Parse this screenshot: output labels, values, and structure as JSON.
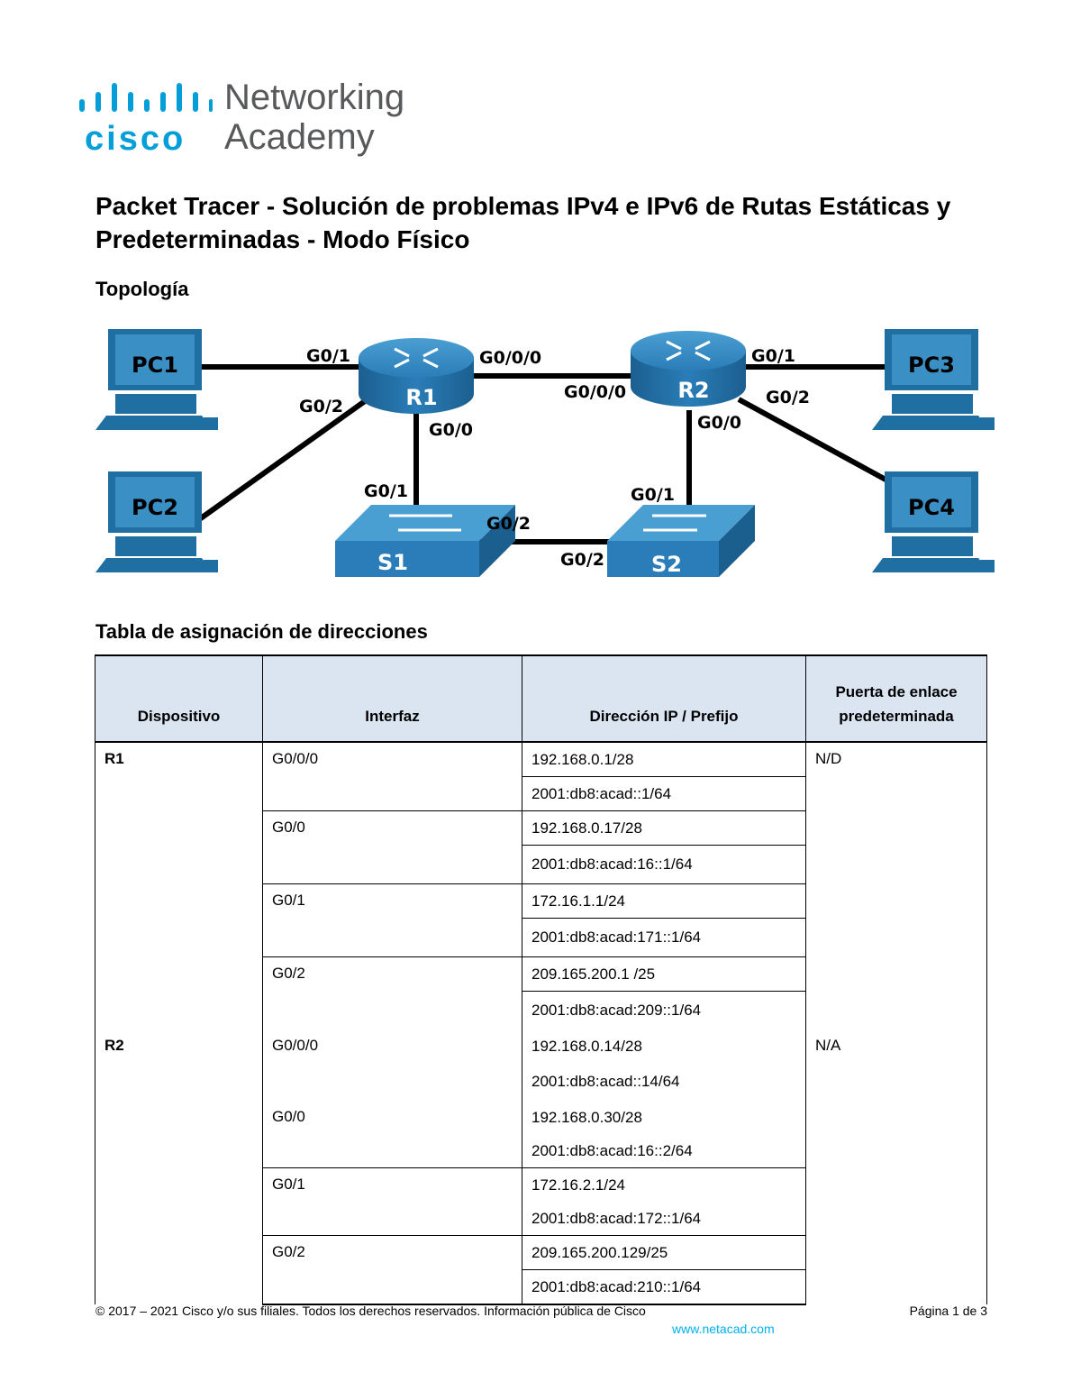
{
  "logo": {
    "line1": "Networking",
    "line2": "Academy",
    "brand": "cisco",
    "brand_color": "#049fd9"
  },
  "title": "Packet Tracer - Solución de problemas IPv4 e IPv6 de Rutas Estáticas y Predeterminadas - Modo Físico",
  "topology_heading": "Topología",
  "topology": {
    "devices": {
      "pc1": "PC1",
      "pc2": "PC2",
      "pc3": "PC3",
      "pc4": "PC4",
      "r1": "R1",
      "r2": "R2",
      "s1": "S1",
      "s2": "S2"
    },
    "ports": {
      "r1_g01": "G0/1",
      "r1_g02": "G0/2",
      "r1_g000": "G0/0/0",
      "r1_g00": "G0/0",
      "r2_g000": "G0/0/0",
      "r2_g01": "G0/1",
      "r2_g02": "G0/2",
      "r2_g00": "G0/0",
      "s1_g01": "G0/1",
      "s1_g02": "G0/2",
      "s2_g01": "G0/1",
      "s2_g02": "G0/2"
    },
    "colors": {
      "device": "#1f6fa3",
      "device_light": "#3a8fc4"
    }
  },
  "table_heading": "Tabla de asignación de direcciones",
  "table": {
    "headers": {
      "device": "Dispositivo",
      "interface": "Interfaz",
      "ip": "Dirección IP / Prefijo",
      "gateway": "Puerta de enlace predeterminada"
    },
    "header_bg": "#dbe5f1",
    "r1": {
      "device": "R1",
      "gateway": "N/D",
      "ifaces": [
        {
          "name": "G0/0/0",
          "ipv4": "192.168.0.1/28",
          "ipv6": "2001:db8:acad::1/64"
        },
        {
          "name": "G0/0",
          "ipv4": "192.168.0.17/28",
          "ipv6": "2001:db8:acad:16::1/64"
        },
        {
          "name": "G0/1",
          "ipv4": "172.16.1.1/24",
          "ipv6": "2001:db8:acad:171::1/64"
        },
        {
          "name": "G0/2",
          "ipv4": "209.165.200.1 /25",
          "ipv6": "2001:db8:acad:209::1/64"
        }
      ]
    },
    "r2": {
      "device": "R2",
      "gateway": "N/A",
      "ifaces": [
        {
          "name": "G0/0/0",
          "ipv4": "192.168.0.14/28",
          "ipv6": "2001:db8:acad::14/64"
        },
        {
          "name": "G0/0",
          "ipv4": "192.168.0.30/28",
          "ipv6": "2001:db8:acad:16::2/64"
        },
        {
          "name": "G0/1",
          "ipv4": "172.16.2.1/24",
          "ipv6": "2001:db8:acad:172::1/64"
        },
        {
          "name": "G0/2",
          "ipv4": "209.165.200.129/25",
          "ipv6": "2001:db8:acad:210::1/64"
        }
      ]
    }
  },
  "footer": {
    "copyright": "© 2017 – 2021 Cisco y/o sus filiales. Todos los derechos reservados. Información pública de Cisco",
    "page": "Página 1 de 3",
    "url": "www.netacad.com"
  }
}
